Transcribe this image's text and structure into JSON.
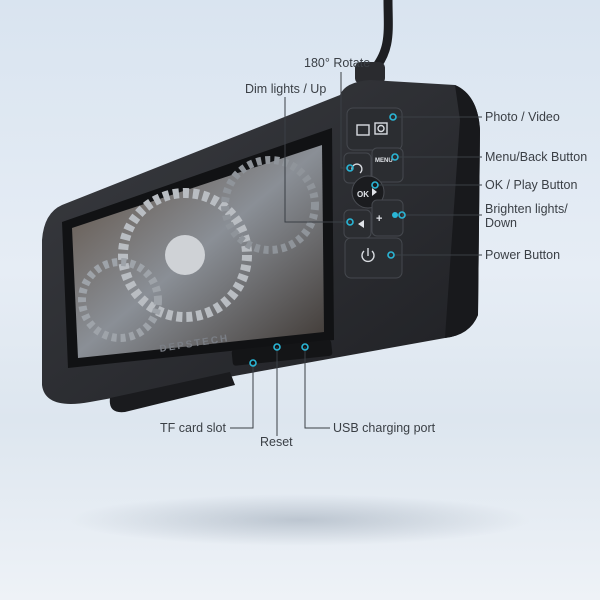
{
  "brand_logo": "DEPSTECH",
  "colors": {
    "accent": "#2ab6d6",
    "body": "#2b2d31",
    "label_text": "#3a3f45"
  },
  "labels": {
    "rotate": "180° Rotate",
    "dim_lights": "Dim lights / Up",
    "photo_video": "Photo / Video",
    "menu_back": "Menu/Back Button",
    "ok_play": "OK / Play Button",
    "brighten_line1": "Brighten lights/",
    "brighten_line2": "Down",
    "power": "Power Button",
    "tf_card": "TF card slot",
    "reset": "Reset",
    "usb": "USB charging port"
  },
  "buttons": {
    "ok": "OK",
    "menu": "MENU",
    "plus": "+"
  },
  "icons": [
    "photo-video-icon",
    "rotate-icon",
    "menu-icon",
    "ok-play-icon",
    "volume-left-icon",
    "brighten-icon",
    "power-icon"
  ]
}
